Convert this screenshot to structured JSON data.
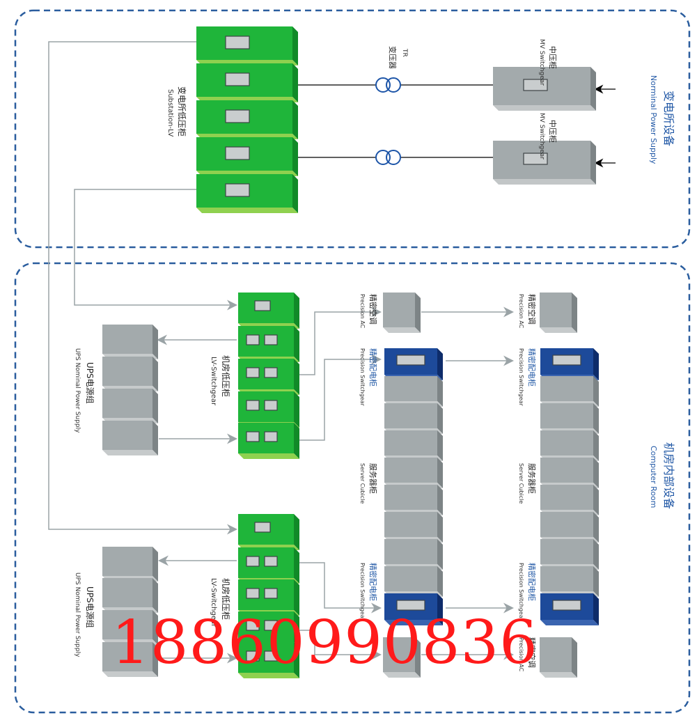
{
  "sections": {
    "supply": {
      "title_cn": "变电所设备",
      "title_en": "Norminal Power Supply"
    },
    "room": {
      "title_cn": "机房内部设备",
      "title_en": "Computer Room"
    }
  },
  "labels": {
    "substation_cn": "变电所低压柜",
    "substation_en": "Substation-LV",
    "transformer_cn": "变压器",
    "transformer_en": "TR",
    "mv_cn": "中压柜",
    "mv_en": "MV Switchgear",
    "lv_cn": "机房低压柜",
    "lv_en": "LV-Switchgear",
    "ups_cn": "UPS电源组",
    "ups_en": "UPS Nominal Power Supply",
    "pac_cn": "精密空调",
    "pac_en": "Precision AC",
    "psw_cn": "精密配电柜",
    "psw_en": "Precision Switchgear",
    "server_cn": "服务器柜",
    "server_en": "Server Cubicle"
  },
  "watermark": "18860990836",
  "colors": {
    "green": "#1fb53a",
    "green_dark": "#118a28",
    "green_light": "#8fd14f",
    "gray": "#a3aaac",
    "gray_dark": "#7d8486",
    "blue": "#1d4a9a",
    "blue_dark": "#0e2c6a",
    "border": "#2a5d9e",
    "title": "#2158a6",
    "line": "#9aa3a6"
  }
}
